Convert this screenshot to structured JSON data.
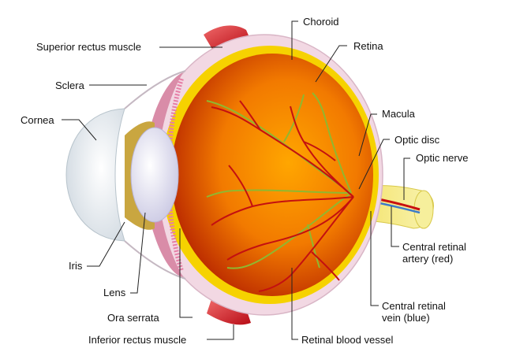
{
  "labels": {
    "choroid": "Choroid",
    "superior_rectus": "Superior rectus muscle",
    "retina": "Retina",
    "sclera": "Sclera",
    "macula": "Macula",
    "cornea": "Cornea",
    "optic_disc": "Optic disc",
    "optic_nerve": "Optic nerve",
    "iris": "Iris",
    "central_retinal_artery": "Central retinal\nartery (red)",
    "lens": "Lens",
    "central_retinal_vein": "Central retinal\nvein (blue)",
    "ora_serrata": "Ora serrata",
    "inferior_rectus": "Inferior rectus muscle",
    "retinal_blood_vessel": "Retinal blood vessel"
  },
  "colors": {
    "vitreous_center": "#ff9a00",
    "vitreous_edge": "#c42c00",
    "retina": "#f7d400",
    "sclera": "#f1d5e0",
    "muscle": "#d21f2a",
    "vessel_red": "#c81010",
    "vessel_green": "#7ca92a",
    "lens": "#e4e4f4",
    "cornea": "#eef2f6",
    "leader_line": "#222222"
  }
}
